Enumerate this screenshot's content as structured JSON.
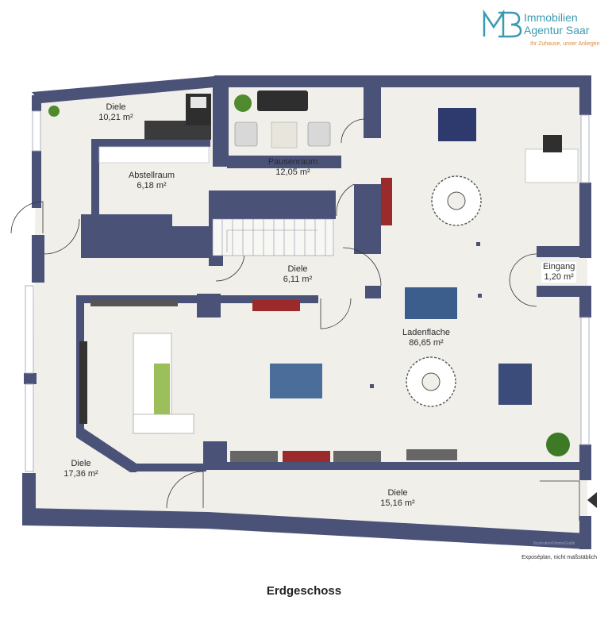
{
  "brand": {
    "name_line1": "Immobilien",
    "name_line2": "Agentur Saar",
    "tagline": "Ihr Zuhause, unser Anliegen",
    "colors": {
      "logo": "#3a9ab2",
      "tagline": "#e08a3c"
    }
  },
  "rooms": [
    {
      "name": "Diele",
      "area": "10,21 m²"
    },
    {
      "name": "Abstellraum",
      "area": "6,18 m²"
    },
    {
      "name": "Pausenraum",
      "area": "12,05 m²"
    },
    {
      "name": "Diele",
      "area": "6,11 m²"
    },
    {
      "name": "Ladenflache",
      "area": "86,65 m²"
    },
    {
      "name": "Diele",
      "area": "17,36 m²"
    },
    {
      "name": "Diele",
      "area": "15,16 m²"
    }
  ],
  "entry": {
    "name": "Eingang",
    "area": "1,20 m²"
  },
  "credit": "Illustration©ImmoGrafik",
  "disclaimer": "Exposéplan, nicht maßstäblich",
  "floor_title": "Erdgeschoss",
  "colors": {
    "wall": "#4a5278",
    "floor": "#f0efea",
    "plant": "#4f8a2e",
    "accent_green": "#9bbf5a"
  }
}
